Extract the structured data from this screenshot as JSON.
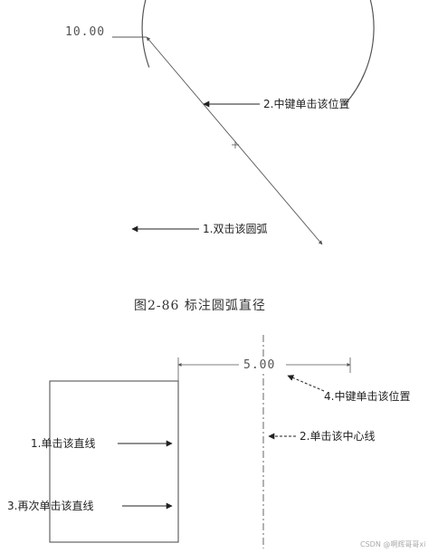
{
  "figure1": {
    "dimension_value": "10.00",
    "callout_2": "2.中键单击该位置",
    "callout_1": "1.双击该圆弧",
    "caption": "图2-86    标注圆弧直径"
  },
  "figure2": {
    "dimension_value": "5.00",
    "callout_4": "4.中键单击该位置",
    "callout_1": "1.单击该直线",
    "callout_2": "2.单击该中心线",
    "callout_3": "3.再次单击该直线"
  },
  "watermark": "CSDN @啊辉哥哥xi"
}
